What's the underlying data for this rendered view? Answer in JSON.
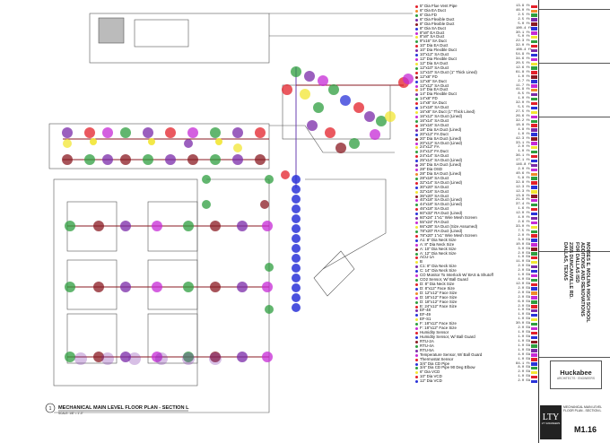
{
  "plan": {
    "title": "MECHANICAL MAIN LEVEL FLOOR PLAN - SECTION L",
    "scale": "SCALE: 1/8\" = 1'-0\"",
    "number": "1"
  },
  "colors": {
    "red": "#e3202a",
    "green": "#2e9e3f",
    "blue": "#2a33d8",
    "magenta": "#c62ad6",
    "purple": "#7a2aa8",
    "yellow": "#f2e633",
    "darkred": "#8a1a22",
    "linework": "#444444"
  },
  "legend": [
    {
      "label": "5\" Dia Flue Vent Pipe",
      "value": "13.9 ft",
      "color": "#e3202a"
    },
    {
      "label": "6\" Dia EA Duct",
      "value": "46.0 ft",
      "color": "#f08a2a"
    },
    {
      "label": "6\" Dia FD",
      "value": "2.5 ft",
      "color": "#2e9e3f"
    },
    {
      "label": "6\" Dia Flexible Duct",
      "value": "2.5 ft",
      "color": "#7a2aa8"
    },
    {
      "label": "8\" Dia Flexible Duct",
      "value": "5.0 ft",
      "color": "#8a1a22"
    },
    {
      "label": "8\" Dia SA Duct",
      "value": "100.4 ft",
      "color": "#2a33d8"
    },
    {
      "label": "8\"x8\" EA Duct",
      "value": "30.1 ft",
      "color": "#c62ad6"
    },
    {
      "label": "8\"x8\" SA Duct",
      "value": "5.0 ft",
      "color": "#f2e633"
    },
    {
      "label": "9\"x16\" SA Duct",
      "value": "22.3 ft",
      "color": "#2e9e3f"
    },
    {
      "label": "10\" Dia EA Duct",
      "value": "32.0 ft",
      "color": "#e3202a"
    },
    {
      "label": "10\" Dia Flexible Duct",
      "value": "108.4 ft",
      "color": "#7a2aa8"
    },
    {
      "label": "10\"x12\" SA Duct",
      "value": "54.9 ft",
      "color": "#2a33d8"
    },
    {
      "label": "12\" Dia Flexible Duct",
      "value": "34.6 ft",
      "color": "#c62ad6"
    },
    {
      "label": "12\" Dia SA Duct",
      "value": "20.5 ft",
      "color": "#f2e633"
    },
    {
      "label": "12\"x10\" SA Duct",
      "value": "12.6 ft",
      "color": "#2e9e3f"
    },
    {
      "label": "12\"x10\" SA Duct (1\" Thick Lined)",
      "value": "61.8 ft",
      "color": "#e3202a"
    },
    {
      "label": "12\"x8\" FD",
      "value": "1.0 ft",
      "color": "#8a1a22"
    },
    {
      "label": "12\"x8\" SA Duct",
      "value": "2.7 ft",
      "color": "#2a33d8"
    },
    {
      "label": "12\"x12\" SA Duct",
      "value": "11.7 ft",
      "color": "#c62ad6"
    },
    {
      "label": "14\" Dia EA Duct",
      "value": "41.9 ft",
      "color": "#f08a2a"
    },
    {
      "label": "14\" Dia Flexible Duct",
      "value": "8.5 ft",
      "color": "#7a2aa8"
    },
    {
      "label": "14\"x8\" FD",
      "value": "1.0 ft",
      "color": "#2e9e3f"
    },
    {
      "label": "14\"x8\" SA Duct",
      "value": "32.0 ft",
      "color": "#e3202a"
    },
    {
      "label": "14\"x18\" SA Duct",
      "value": "5.5 ft",
      "color": "#2a33d8"
    },
    {
      "label": "16\"x8\" SA Duct (1\" Thick Lined)",
      "value": "27.5 ft",
      "color": "#f2e633"
    },
    {
      "label": "16\"x12\" SA Duct (Lined)",
      "value": "26.6 ft",
      "color": "#c62ad6"
    },
    {
      "label": "16\"x14\" SA Duct",
      "value": "32.2 ft",
      "color": "#2e9e3f"
    },
    {
      "label": "16\"x16\" SA Duct",
      "value": "18.8 ft",
      "color": "#e3202a"
    },
    {
      "label": "18\" Dia SA Duct (Lined)",
      "value": "4.8 ft",
      "color": "#7a2aa8"
    },
    {
      "label": "20\"x12\" FA Duct",
      "value": "1.0 ft",
      "color": "#2a33d8"
    },
    {
      "label": "20\" Dia SA Duct (Lined)",
      "value": "42.3 ft",
      "color": "#8a1a22"
    },
    {
      "label": "20\"x12\" SA Duct (Lined)",
      "value": "33.1 ft",
      "color": "#c62ad6"
    },
    {
      "label": "24\"x12\" FA",
      "value": "2.0 ft",
      "color": "#f2e633"
    },
    {
      "label": "24\"x12\" FA Duct",
      "value": "1.0 ft",
      "color": "#2e9e3f"
    },
    {
      "label": "24\"x14\" SA Duct",
      "value": "36.1 ft",
      "color": "#e3202a"
    },
    {
      "label": "25\"x14\" SA Duct (Lined)",
      "value": "17.1 ft",
      "color": "#2a33d8"
    },
    {
      "label": "26\" Dia SA Duct (Lined)",
      "value": "146.8 ft",
      "color": "#7a2aa8"
    },
    {
      "label": "28\" Dia OSD",
      "value": "2.0 ft",
      "color": "#c62ad6"
    },
    {
      "label": "28\" Dia SA Duct (Lined)",
      "value": "40.6 ft",
      "color": "#f08a2a"
    },
    {
      "label": "28\"x18\" SA Duct",
      "value": "5.8 ft",
      "color": "#2e9e3f"
    },
    {
      "label": "32\"x14\" SA Duct (Lined)",
      "value": "32.8 ft",
      "color": "#e3202a"
    },
    {
      "label": "30\"x20\" SA Duct",
      "value": "12.3 ft",
      "color": "#2a33d8"
    },
    {
      "label": "32\"x16\" SA Duct",
      "value": "12.3 ft",
      "color": "#f2e633"
    },
    {
      "label": "36\"x20\" SA Duct",
      "value": "13.8 ft",
      "color": "#8a1a22"
    },
    {
      "label": "40\"x18\" SA Duct (Lined)",
      "value": "21.8 ft",
      "color": "#c62ad6"
    },
    {
      "label": "44\"x18\" SA Duct (Lined)",
      "value": "37.4 ft",
      "color": "#2e9e3f"
    },
    {
      "label": "46\"x18\" SA Duct",
      "value": "1.6 ft",
      "color": "#e3202a"
    },
    {
      "label": "60\"x32\" RA Duct (Lined)",
      "value": "12.0 ft",
      "color": "#2a33d8"
    },
    {
      "label": "60\"x24\" 1\"x1\" Wire Mesh Screen",
      "value": "4.0 ft",
      "color": "#7a2aa8"
    },
    {
      "label": "55\"x24\" RA Duct",
      "value": "2.6 ft",
      "color": "#c62ad6"
    },
    {
      "label": "66\"x28\" SA Duct (Size Assumed)",
      "value": "33.0 ft",
      "color": "#f2e633"
    },
    {
      "label": "78\"x20\" RA Duct (Lined)",
      "value": "7.5 ft",
      "color": "#2e9e3f"
    },
    {
      "label": "78\"x20\" 1\"x1\" Wire Mesh Screen",
      "value": "2.0 ft",
      "color": "#e3202a"
    },
    {
      "label": "A1: 8\" Dia Neck Size",
      "value": "3.0 EA",
      "color": "#2a33d8"
    },
    {
      "label": "A: 8\" Dia Neck Size",
      "value": "10.0 EA",
      "color": "#c62ad6"
    },
    {
      "label": "A: 10\" Dia Neck Size",
      "value": "3.0 EA",
      "color": "#8a1a22"
    },
    {
      "label": "A: 12\" Dia Neck Size",
      "value": "2.0 EA",
      "color": "#2e9e3f"
    },
    {
      "label": "ACU-1A",
      "value": "1.0 EA",
      "color": "#e3202a"
    },
    {
      "label": "B",
      "value": "11.0 EA",
      "color": "#f2e633"
    },
    {
      "label": "C1: 8\" Dia Neck Size",
      "value": "2.0 EA",
      "color": "#7a2aa8"
    },
    {
      "label": "C: 14\" Dia Neck Size",
      "value": "2.0 EA",
      "color": "#2a33d8"
    },
    {
      "label": "CO Monitor To Interlock W/ BAS & Shutoff",
      "value": "1.0 EA",
      "color": "#c62ad6"
    },
    {
      "label": "CO2 Sensor, W/ Ball Guard",
      "value": "4.0 EA",
      "color": "#2e9e3f"
    },
    {
      "label": "D: 8\" Dia Neck Size",
      "value": "12.0 EA",
      "color": "#e3202a"
    },
    {
      "label": "D: 8\"x12\" Face Size",
      "value": "2.0 EA",
      "color": "#2a33d8"
    },
    {
      "label": "D: 12\"x12\" Face Size",
      "value": "2.0 EA",
      "color": "#f08a2a"
    },
    {
      "label": "D: 18\"x12\" Face Size",
      "value": "2.0 EA",
      "color": "#c62ad6"
    },
    {
      "label": "D: 18\"x12\" Face Size",
      "value": "6.0 EA",
      "color": "#2e9e3f"
    },
    {
      "label": "E: 24\"x12\" Face Size",
      "value": "2.0 EA",
      "color": "#e3202a"
    },
    {
      "label": "EF-48",
      "value": "1.0 EA",
      "color": "#7a2aa8"
    },
    {
      "label": "EF-49",
      "value": "1.0 EA",
      "color": "#2a33d8"
    },
    {
      "label": "EF-S1",
      "value": "1.0 EA",
      "color": "#f2e633"
    },
    {
      "label": "F: 18\"x12\" Face Size",
      "value": "30.0 EA",
      "color": "#2e9e3f"
    },
    {
      "label": "F: 18\"x12\" Face Size",
      "value": "2.0 EA",
      "color": "#c62ad6"
    },
    {
      "label": "Humidity Sensor",
      "value": "1.0 EA",
      "color": "#e3202a"
    },
    {
      "label": "Humidity Sensor, W/ Ball Guard",
      "value": "1.0 EA",
      "color": "#2a33d8"
    },
    {
      "label": "RTU-2A",
      "value": "1.0 EA",
      "color": "#8a1a22"
    },
    {
      "label": "RTU-4A",
      "value": "1.0 EA",
      "color": "#2e9e3f"
    },
    {
      "label": "RTU-5A",
      "value": "1.0 EA",
      "color": "#7a2aa8"
    },
    {
      "label": "Temperature Sensor, W/ Ball Guard",
      "value": "4.0 EA",
      "color": "#c62ad6"
    },
    {
      "label": "Thermostat Sensor",
      "value": "1.0 EA",
      "color": "#e3202a"
    },
    {
      "label": "3/4\" Dia CD Pipe",
      "value": "84.1 ft",
      "color": "#2a33d8"
    },
    {
      "label": "3/4\" Dia CD Pipe 90 Deg Elbow",
      "value": "8.0 EA",
      "color": "#2e9e3f"
    },
    {
      "label": "6\" Dia VCD",
      "value": "2.0 EA",
      "color": "#f2e633"
    },
    {
      "label": "10\" Dia VCD",
      "value": "1.0 EA",
      "color": "#e3202a"
    },
    {
      "label": "12\" Dia VCD",
      "value": "2.0 EA",
      "color": "#2a33d8"
    }
  ],
  "titleblock": {
    "project_name": "MOISES E. MOLINA HIGH SCHOOL",
    "project_sub": "ADDITIONS AND RENOVATIONS",
    "project_client": "FOR DALLAS ISD",
    "project_address": "2355 DUNCANVILLE RD.",
    "project_city": "DALLAS, TEXAS",
    "firm": "Huckabee",
    "firm_sub": "ARCHITECTS · ENGINEERS",
    "lty": "LTY",
    "lty_sub": "LTY ENGINEERS",
    "sheet_title": "MECHANICAL MAIN LEVEL FLOOR PLAN - SECTION L",
    "sheet_number": "M1.16"
  }
}
